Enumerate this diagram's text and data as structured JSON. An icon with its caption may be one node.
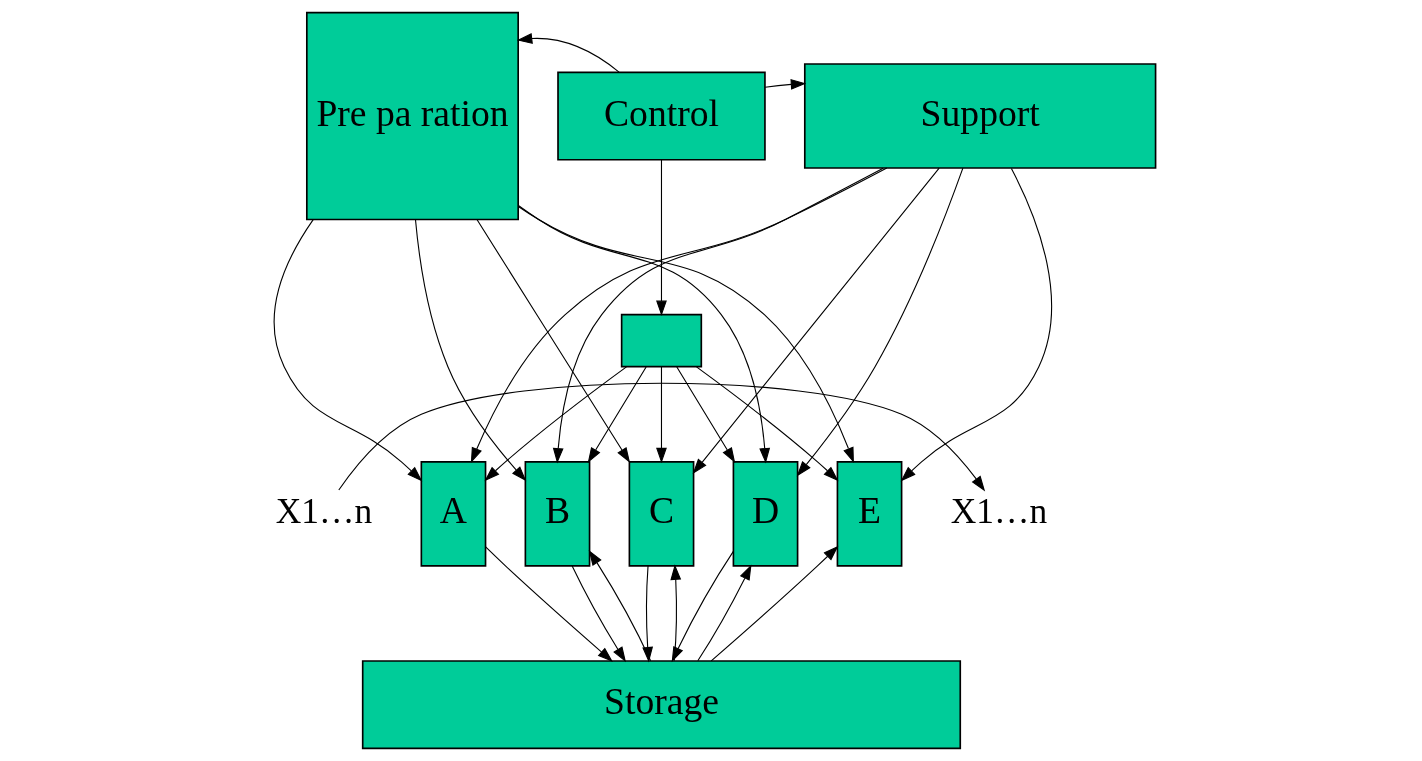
{
  "diagram": {
    "nodes": [
      {
        "text": [
          "Pre pa ration"
        ]
      },
      {
        "text": [
          "Control"
        ]
      },
      {
        "text": [
          "Support"
        ]
      },
      {
        "text": [],
        "shape": "box"
      },
      {
        "text": [
          "A"
        ]
      },
      {
        "text": [
          "B"
        ]
      },
      {
        "text": [
          "C"
        ]
      },
      {
        "text": [
          "D"
        ]
      },
      {
        "text": [
          "E"
        ]
      },
      {
        "text": [
          "X1…n"
        ]
      },
      {
        "text": [
          "X1…n"
        ]
      },
      {
        "text": [
          "Storage"
        ]
      }
    ],
    "edges": [
      {
        "from": 1,
        "to": 0,
        "arrow": "to"
      },
      {
        "from": 1,
        "to": 2,
        "arrow": "to"
      },
      {
        "from": 1,
        "to": 3,
        "arrow": "to"
      },
      {
        "from": 0,
        "to": 4,
        "arrow": "to"
      },
      {
        "from": 0,
        "to": 5,
        "arrow": "to"
      },
      {
        "from": 0,
        "to": 6,
        "arrow": "to"
      },
      {
        "from": 0,
        "to": 7,
        "arrow": "to"
      },
      {
        "from": 0,
        "to": 8,
        "arrow": "to"
      },
      {
        "from": 3,
        "to": 4,
        "arrow": "to"
      },
      {
        "from": 3,
        "to": 5,
        "arrow": "to"
      },
      {
        "from": 3,
        "to": 6,
        "arrow": "to"
      },
      {
        "from": 3,
        "to": 7,
        "arrow": "to"
      },
      {
        "from": 3,
        "to": 8,
        "arrow": "to"
      },
      {
        "from": 2,
        "to": 4,
        "arrow": "to"
      },
      {
        "from": 2,
        "to": 5,
        "arrow": "to"
      },
      {
        "from": 2,
        "to": 6,
        "arrow": "to"
      },
      {
        "from": 2,
        "to": 7,
        "arrow": "to"
      },
      {
        "from": 2,
        "to": 8,
        "arrow": "to"
      },
      {
        "from": 9,
        "to": 10,
        "arrow": "to"
      },
      {
        "from": 4,
        "to": 11,
        "arrow": "to"
      },
      {
        "from": 11,
        "to": 5,
        "arrow": "to"
      },
      {
        "from": 5,
        "to": 11,
        "arrow": "to"
      },
      {
        "from": 11,
        "to": 6,
        "arrow": "to"
      },
      {
        "from": 6,
        "to": 11,
        "arrow": "to"
      },
      {
        "from": 11,
        "to": 7,
        "arrow": "to"
      },
      {
        "from": 7,
        "to": 11,
        "arrow": "to"
      },
      {
        "from": 11,
        "to": 8,
        "arrow": "to"
      }
    ]
  }
}
